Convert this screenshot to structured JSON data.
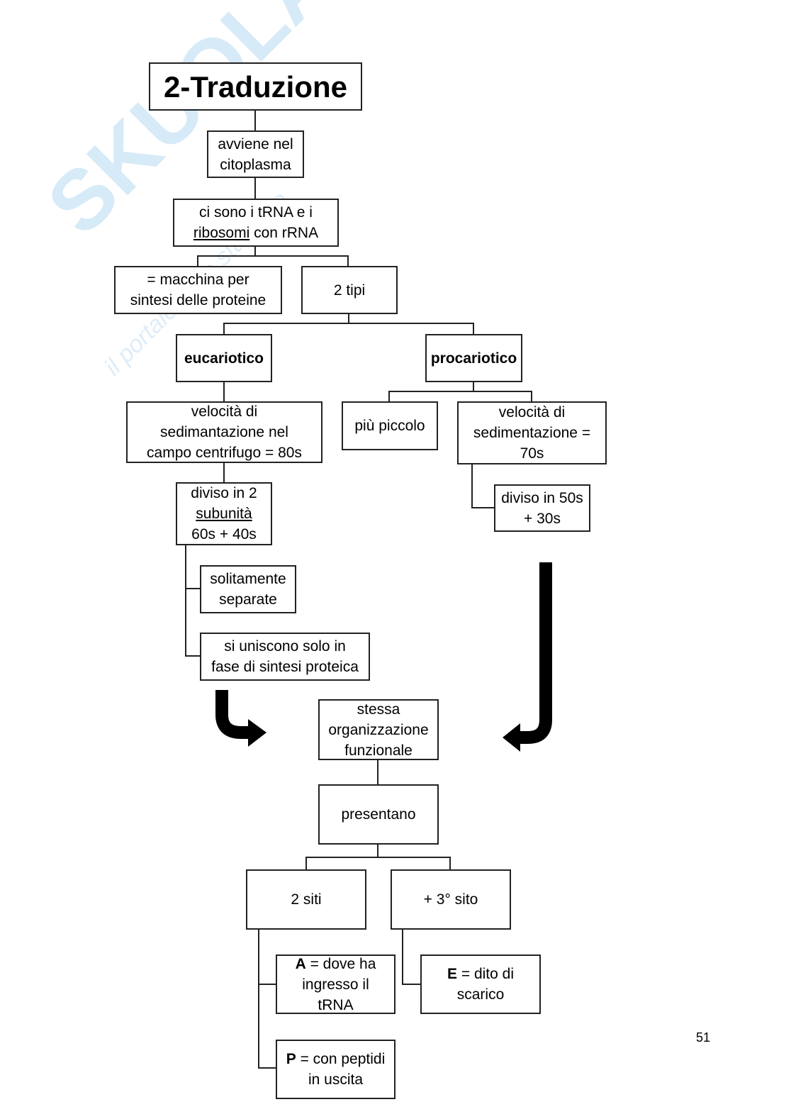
{
  "watermark": {
    "brand": "SKUOLA.net",
    "tagline": "il portale dello studente"
  },
  "title": "2-Traduzione",
  "nodes": {
    "avviene": "avviene nel\ncitoplasma",
    "ci_sono_a": "ci sono i tRNA e i",
    "ci_sono_u": "ribosomi",
    "ci_sono_b": " con rRNA",
    "macchina": "= macchina per\nsintesi delle proteine",
    "due_tipi": "2 tipi",
    "eucariotico": "eucariotico",
    "procariotico": "procariotico",
    "velocita_euk": "velocità di\nsedimantazione nel\ncampo centrifugo = 80s",
    "piu_piccolo": "più piccolo",
    "velocita_pro": "velocità di\nsedimentazione =\n70s",
    "diviso_euk_a": "diviso in  2",
    "diviso_euk_u": "subunità",
    "diviso_euk_b": "60s + 40s",
    "diviso_pro": "diviso in 50s\n+ 30s",
    "solitamente": "solitamente\nseparate",
    "si_uniscono": "si uniscono solo in\nfase di sintesi proteica",
    "stessa": "stessa\norganizzazione\nfunzionale",
    "presentano": "presentano",
    "due_siti": "2 siti",
    "terzo_sito": "+ 3° sito",
    "a_letter": "A",
    "a_text": " = dove ha\ningresso il\ntRNA",
    "e_letter": "E",
    "e_text": " = dito di\nscarico",
    "p_letter": "P",
    "p_text": " = con peptidi\nin uscita"
  },
  "page_number": "51"
}
